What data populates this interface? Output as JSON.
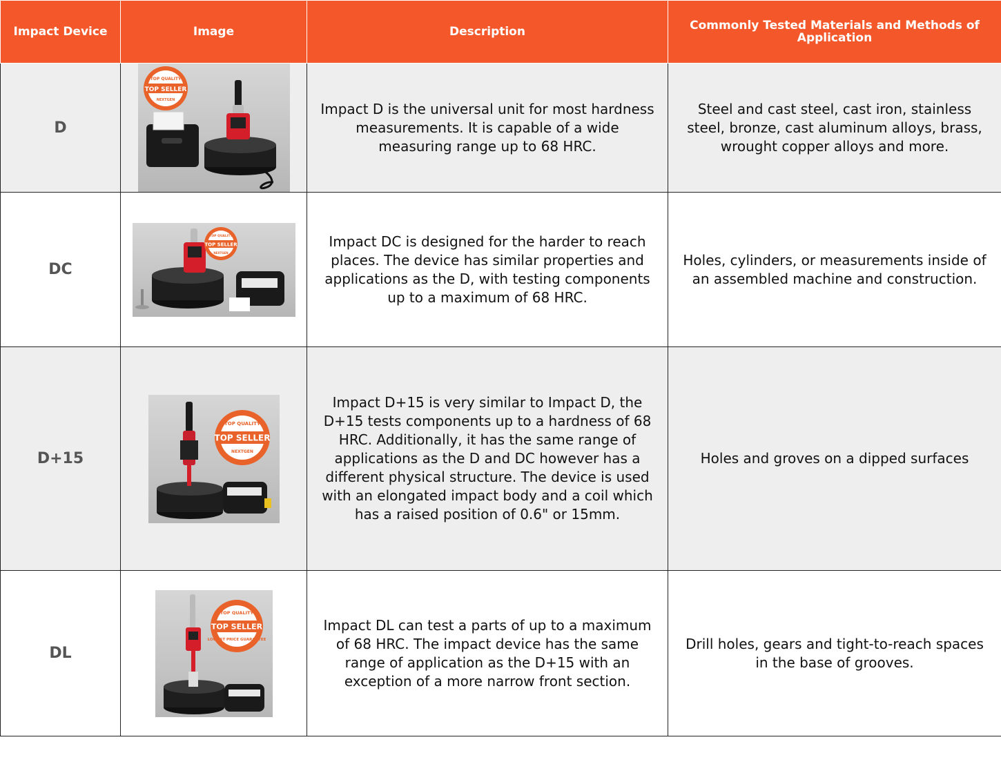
{
  "header": {
    "col_device": "Impact Device",
    "col_image": "Image",
    "col_description": "Description",
    "col_materials": "Commonly Tested Materials and Methods of Application"
  },
  "badge": {
    "top_text": "TOP QUALITY",
    "main_text": "TOP SELLER",
    "brand_text": "NEXTGEN",
    "bottom_text": "LOWEST PRICE GUARANTEE"
  },
  "rows": [
    {
      "device": "D",
      "description": "Impact D is the universal unit for most hardness measurements. It is capable of a wide measuring range up to 68 HRC.",
      "materials": "Steel and cast steel, cast iron, stainless steel, bronze, cast aluminum alloys, brass, wrought copper alloys and more."
    },
    {
      "device": "DC",
      "description": "Impact DC is designed for the harder to reach places. The device has similar properties and applications as the D, with testing components up to a maximum of 68 HRC.",
      "materials": "Holes, cylinders, or measurements inside of an assembled machine and construction."
    },
    {
      "device": "D+15",
      "description": "Impact D+15 is very similar to Impact D, the D+15 tests components up to a hardness of 68 HRC. Additionally, it has the same range of applications as the D and DC however has a different physical structure. The device is used with an elongated impact body and a coil which has a raised position of 0.6\" or 15mm.",
      "materials": "Holes and groves on a dipped surfaces"
    },
    {
      "device": "DL",
      "description": "Impact DL can test a parts of up to a maximum of 68 HRC. The impact device has the same range of application as the D+15 with an exception of a more narrow front section.",
      "materials": "Drill holes, gears and tight-to-reach spaces in the base of grooves."
    }
  ],
  "colors": {
    "header_bg": "#f4582a",
    "badge_orange": "#e8622a",
    "device_red": "#d41f2a"
  }
}
